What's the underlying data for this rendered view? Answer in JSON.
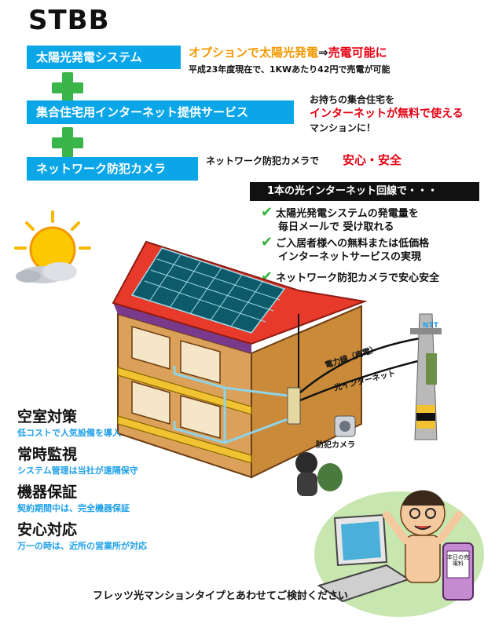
{
  "title": "STBB",
  "bars": [
    {
      "label": "太陽光発電システム"
    },
    {
      "label": "集合住宅用インターネット提供サービス"
    },
    {
      "label": "ネットワーク防犯カメラ"
    }
  ],
  "solar_note": {
    "line1_part1": "オプションで太陽光発電",
    "arrow": "⇒",
    "line1_part2": "売電可能に",
    "line2": "平成23年度現在で、1KWあたり42円で売電が可能"
  },
  "internet_note": {
    "line1": "お持ちの集合住宅を",
    "line2": "インターネットが無料で使える",
    "line3": "マンションに！"
  },
  "camera_note": {
    "prefix": "ネットワーク防犯カメラで",
    "emphasis": "安心・安全"
  },
  "fiber": {
    "header": "1本の光インターネット回線で・・・",
    "checks": [
      {
        "line1": "太陽光発電システムの発電量を",
        "line2": "毎日メールで 受け取れる"
      },
      {
        "line1": "ご入居者様への無料または低価格",
        "line2": "インターネットサービスの実現"
      },
      {
        "line1": "ネットワーク防犯カメラで安心安全",
        "line2": ""
      }
    ]
  },
  "features": [
    {
      "heading": "空室対策",
      "sub": "低コストで人気設備を導入"
    },
    {
      "heading": "常時監視",
      "sub": "システム管理は当社が遠隔保守"
    },
    {
      "heading": "機器保証",
      "sub": "契約期間中は、完全機器保証"
    },
    {
      "heading": "安心対応",
      "sub": "万一の時は、近所の営業所が対応"
    }
  ],
  "diagram_labels": {
    "power_line": "電力線（売電）",
    "fiber_line": "光インターネット",
    "camera": "防犯カメラ",
    "ntt": "NTT",
    "phone_screen": "本日の売電料"
  },
  "bottom_caption": "フレッツ光マンションタイプとあわせてご検討ください",
  "colors": {
    "bar": "#0aa6e8",
    "plus": "#39b54a",
    "orange": "#f39800",
    "red": "#e60012",
    "feature_sub": "#1fa0e8"
  }
}
